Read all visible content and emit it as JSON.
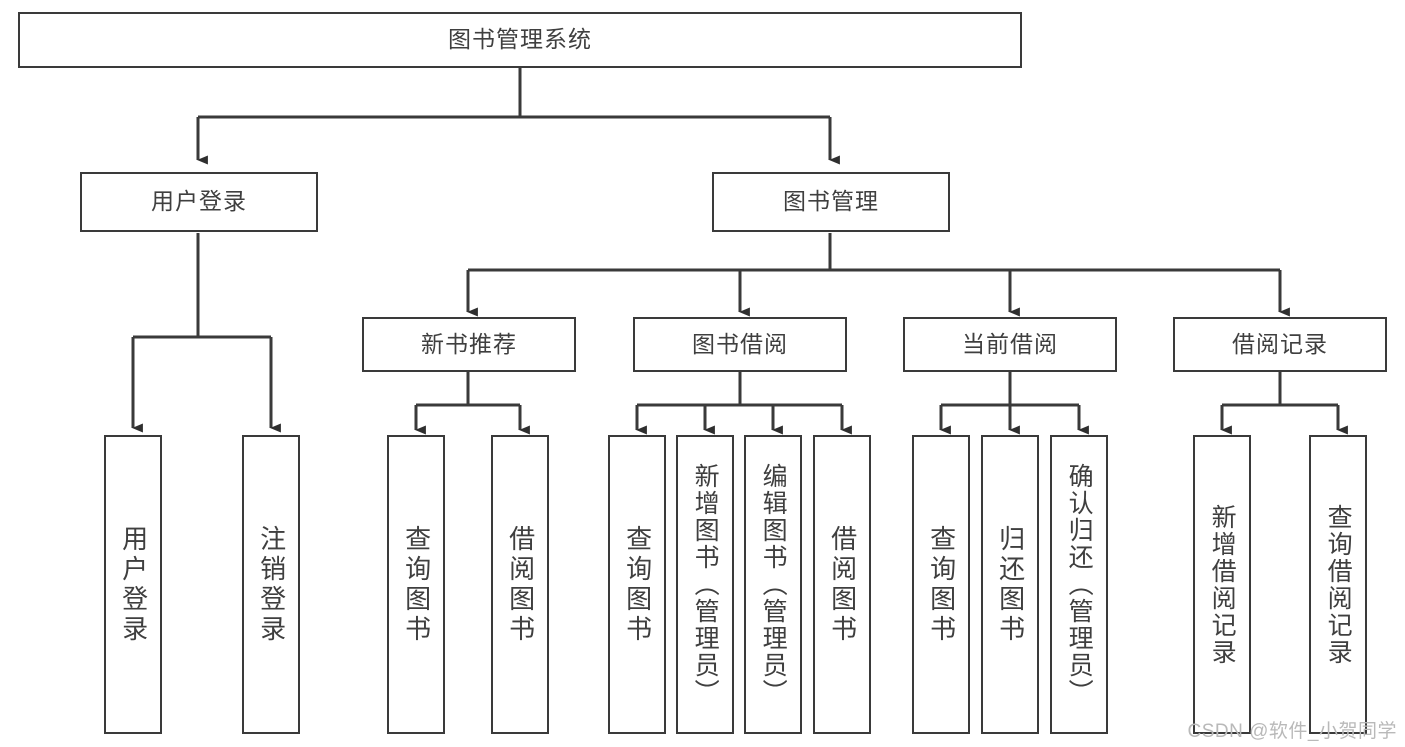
{
  "diagram": {
    "title": "图书管理系统",
    "type": "tree",
    "orientation": "top-down",
    "colors": {
      "stroke": "#3a3a3a",
      "text": "#3f3f3f",
      "background": "#ffffff",
      "watermark": "#b9b9b9"
    },
    "nodes": {
      "root": {
        "label": "图书管理系统"
      },
      "level2": [
        {
          "id": "user-login",
          "label": "用户登录"
        },
        {
          "id": "book-manage",
          "label": "图书管理"
        }
      ],
      "level3": [
        {
          "id": "new-book-rec",
          "label": "新书推荐"
        },
        {
          "id": "book-borrow",
          "label": "图书借阅"
        },
        {
          "id": "current-borrow",
          "label": "当前借阅"
        },
        {
          "id": "borrow-record",
          "label": "借阅记录"
        }
      ],
      "leaves": {
        "user-login": [
          {
            "id": "leaf-user-login",
            "label": "用户登录"
          },
          {
            "id": "leaf-logout",
            "label": "注销登录"
          }
        ],
        "new-book-rec": [
          {
            "id": "leaf-query-book-1",
            "label": "查询图书"
          },
          {
            "id": "leaf-borrow-book-1",
            "label": "借阅图书"
          }
        ],
        "book-borrow": [
          {
            "id": "leaf-query-book-2",
            "label": "查询图书"
          },
          {
            "id": "leaf-add-book",
            "label": "新增图书（管理员）"
          },
          {
            "id": "leaf-edit-book",
            "label": "编辑图书（管理员）"
          },
          {
            "id": "leaf-borrow-book-2",
            "label": "借阅图书"
          }
        ],
        "current-borrow": [
          {
            "id": "leaf-query-book-3",
            "label": "查询图书"
          },
          {
            "id": "leaf-return-book",
            "label": "归还图书"
          },
          {
            "id": "leaf-confirm-return",
            "label": "确认归还（管理员）"
          }
        ],
        "borrow-record": [
          {
            "id": "leaf-add-record",
            "label": "新增借阅记录"
          },
          {
            "id": "leaf-query-record",
            "label": "查询借阅记录"
          }
        ]
      }
    },
    "watermark": "CSDN @软件_小贺同学"
  }
}
